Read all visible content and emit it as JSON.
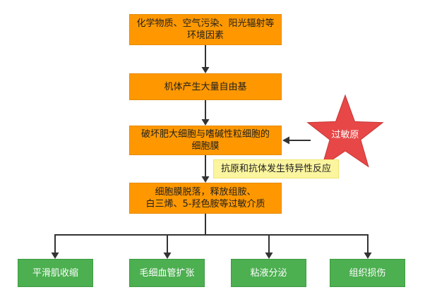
{
  "flow": {
    "steps": [
      {
        "lines": [
          "化学物质、空气污染、阳光辐射等",
          "环境因素"
        ]
      },
      {
        "lines": [
          "机体产生大量自由基"
        ]
      },
      {
        "lines": [
          "破坏肥大细胞与嗜碱性粒细胞的",
          "细胞膜"
        ]
      },
      {
        "lines": [
          "细胞膜脱落，释放组胺、",
          "白三烯、5-羟色胺等过敏介质"
        ]
      }
    ]
  },
  "allergen": {
    "label": "过敏原"
  },
  "note": {
    "text": "抗原和抗体发生特异性反应"
  },
  "outcomes": [
    {
      "label": "平滑肌收缩"
    },
    {
      "label": "毛细血管扩张"
    },
    {
      "label": "粘液分泌"
    },
    {
      "label": "组织损伤"
    }
  ],
  "colors": {
    "step_fill": "#ff9800",
    "outcome_fill": "#4caf50",
    "allergen_fill": "#e84747",
    "note_fill": "#fbf59f",
    "connector": "#333333"
  }
}
